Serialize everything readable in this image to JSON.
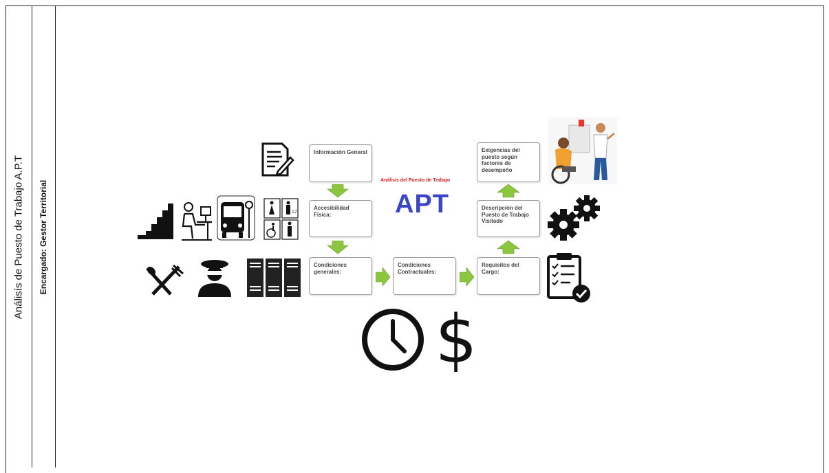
{
  "sidebar": {
    "main_title": "Análisís de Puesto de Trabajo A.P.T",
    "subtitle": "Encargado: Gestor Territorial"
  },
  "diagram": {
    "header_small": "Análisis del Puesto de Trabajo",
    "header_big": "APT",
    "boxes": {
      "info_general": "Información General",
      "accesibilidad": "Accesibilidad Física:",
      "condiciones_generales": "Condiciones generales:",
      "condiciones_contractuales": "Condiciones Contractuales:",
      "requisitos": "Requisitos del Cargo:",
      "descripcion": "Descripción del Puesto de Trabajo Visitado",
      "exigencias": "Exigencias del puesto según factores de desempeño"
    },
    "icons": [
      "document-icon",
      "stairs-icon",
      "workstation-icon",
      "bus-icon",
      "restroom-icon",
      "utensils-icon",
      "guard-icon",
      "lockers-icon",
      "clock-icon",
      "dollar-icon",
      "gears-icon",
      "clipboard-check-icon",
      "people-illustration"
    ],
    "colors": {
      "arrow": "#8cc63f",
      "apt_text": "#3a45c8",
      "header_small": "#e02020"
    }
  }
}
